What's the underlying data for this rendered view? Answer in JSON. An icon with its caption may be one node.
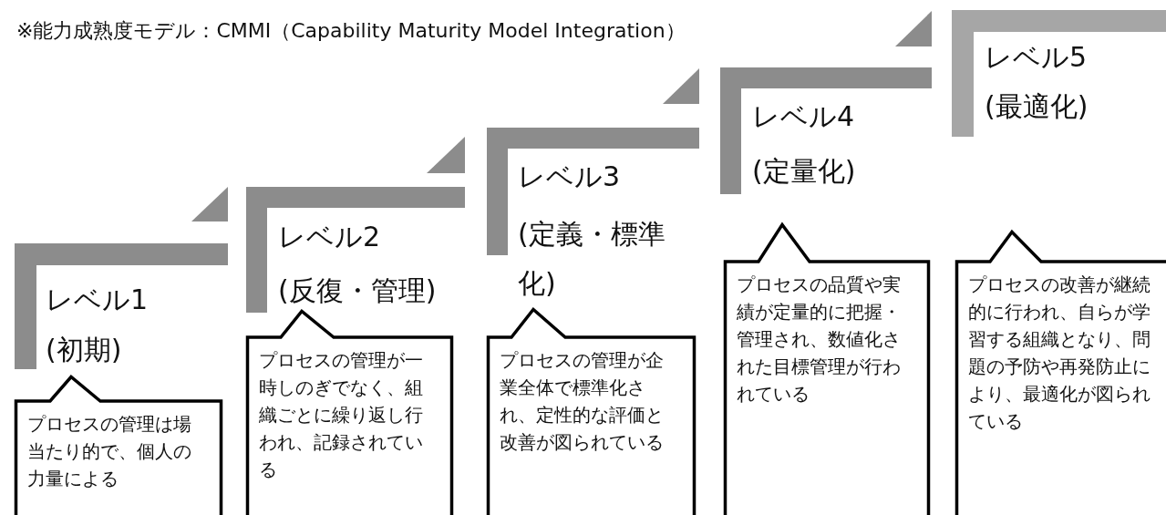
{
  "diagram": {
    "title": "※能力成熟度モデル：CMMI（Capability Maturity Model Integration）",
    "nodes": [
      {
        "text": [
          "レベル1",
          "(初期)"
        ]
      },
      {
        "text": [
          "プロセスの管理は場当たり的で、個人の力量による"
        ]
      },
      {
        "text": [
          "レベル2",
          "(反復・管理)"
        ]
      },
      {
        "text": [
          "プロセスの管理が一時しのぎでなく、組織ごとに繰り返し行われ、記録されている"
        ]
      },
      {
        "text": [
          "レベル3",
          "(定義・標準化)"
        ]
      },
      {
        "text": [
          "プロセスの管理が企業全体で標準化され、定性的な評価と改善が図られている"
        ]
      },
      {
        "text": [
          "レベル4",
          "(定量化)"
        ]
      },
      {
        "text": [
          "プロセスの品質や実績が定量的に把握・管理され、数値化された目標管理が行われている"
        ]
      },
      {
        "text": [
          "レベル5",
          "(最適化)"
        ]
      },
      {
        "text": [
          "プロセスの改善が継続的に行われ、自らが学習する組織となり、問題の予防や再発防止により、最適化が図られている"
        ]
      }
    ]
  }
}
